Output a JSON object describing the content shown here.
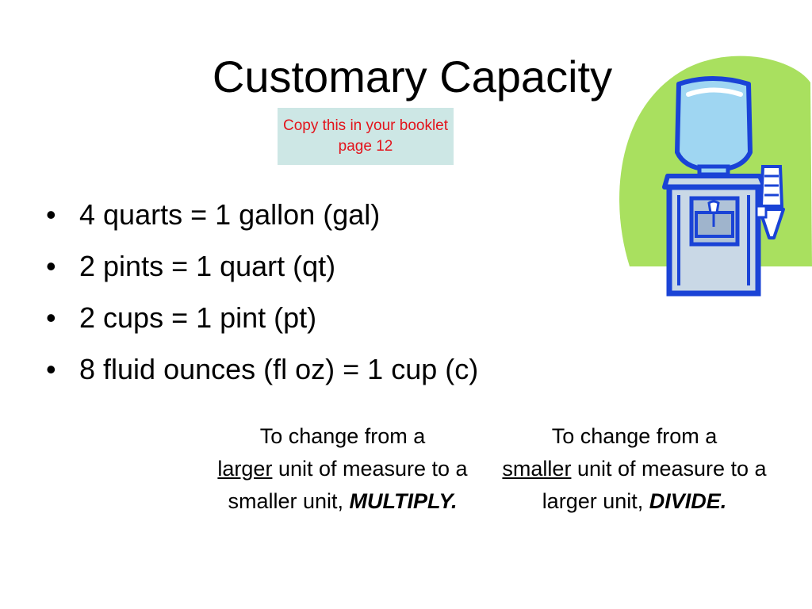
{
  "slide": {
    "title": "Customary Capacity",
    "note": "Copy this in your booklet page 12",
    "bullet_glyph": "•",
    "bullets": [
      "4 quarts = 1 gallon (gal)",
      "2 pints = 1 quart (qt)",
      "2 cups = 1 pint (pt)",
      "8 fluid ounces (fl oz) = 1 cup (c)"
    ],
    "rule_left": {
      "text_1": "To change from a",
      "emphasis_word": "larger",
      "text_2": " unit of measure to a smaller unit, ",
      "operation": "MULTIPLY."
    },
    "rule_right": {
      "text_1": "To change from a",
      "emphasis_word": "smaller",
      "text_2": " unit of measure to a larger unit, ",
      "operation": "DIVIDE."
    },
    "clipart": {
      "icon": "water-cooler-icon",
      "colors": {
        "circle": "#a9e05f",
        "outline": "#1a43d6",
        "water": "#9fd6f2",
        "body": "#c9d8e6"
      }
    }
  }
}
